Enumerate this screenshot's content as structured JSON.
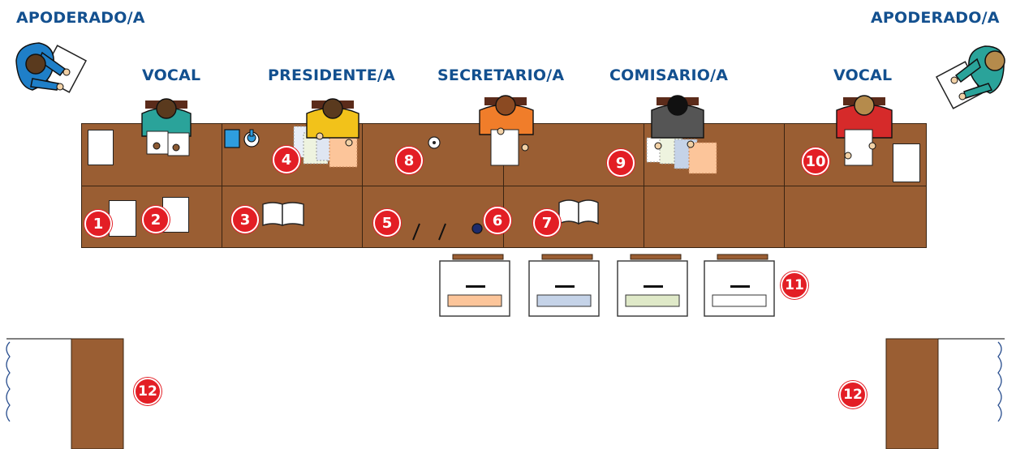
{
  "roles": {
    "apoderado_left": "APODERADO/A",
    "apoderado_right": "APODERADO/A",
    "vocal_1": "VOCAL",
    "presidente": "PRESIDENTE/A",
    "secretario": "SECRETARIO/A",
    "comisario": "COMISARIO/A",
    "vocal_2": "VOCAL"
  },
  "markers": {
    "m1": "1",
    "m2": "2",
    "m3": "3",
    "m4": "4",
    "m5": "5",
    "m6": "6",
    "m7": "7",
    "m8": "8",
    "m9": "9",
    "m10": "10",
    "m11": "11",
    "m12_left": "12",
    "m12_right": "12"
  },
  "colors": {
    "role_text": "#13508f",
    "table_wood": "#9a5e33",
    "marker_red": "#e31e25",
    "shirt_blue": "#1f7fc8",
    "shirt_teal": "#2aa39a",
    "shirt_yellow": "#f2c21a",
    "shirt_orange": "#f07d2a",
    "shirt_gray": "#555555",
    "shirt_red": "#d62a2a",
    "urn_slot_orange": "#fcc59a",
    "urn_slot_blue": "#c5d3e8",
    "urn_slot_green": "#dfe9c8",
    "urn_slot_white": "#ffffff"
  }
}
